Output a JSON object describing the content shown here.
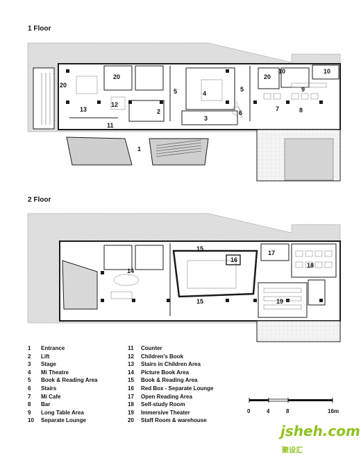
{
  "floors": [
    {
      "title": "1 Floor",
      "labels": [
        {
          "id": "1",
          "text": "1"
        },
        {
          "id": "2",
          "text": "2"
        },
        {
          "id": "3",
          "text": "3"
        },
        {
          "id": "4",
          "text": "4"
        },
        {
          "id": "5a",
          "text": "5"
        },
        {
          "id": "5b",
          "text": "5"
        },
        {
          "id": "6",
          "text": "6"
        },
        {
          "id": "7",
          "text": "7"
        },
        {
          "id": "8",
          "text": "8"
        },
        {
          "id": "9",
          "text": "9"
        },
        {
          "id": "10a",
          "text": "10"
        },
        {
          "id": "10b",
          "text": "10"
        },
        {
          "id": "11",
          "text": "11"
        },
        {
          "id": "12",
          "text": "12"
        },
        {
          "id": "13",
          "text": "13"
        },
        {
          "id": "20a",
          "text": "20"
        },
        {
          "id": "20b",
          "text": "20"
        },
        {
          "id": "20c",
          "text": "20"
        }
      ]
    },
    {
      "title": "2 Floor",
      "labels": [
        {
          "id": "14",
          "text": "14"
        },
        {
          "id": "15a",
          "text": "15"
        },
        {
          "id": "15b",
          "text": "15"
        },
        {
          "id": "16",
          "text": "16"
        },
        {
          "id": "17",
          "text": "17"
        },
        {
          "id": "18",
          "text": "18"
        },
        {
          "id": "19",
          "text": "19"
        }
      ]
    }
  ],
  "legend": [
    {
      "num": "1",
      "text": "Entrance"
    },
    {
      "num": "2",
      "text": "Lift"
    },
    {
      "num": "3",
      "text": "Stage"
    },
    {
      "num": "4",
      "text": "Mi Theatre"
    },
    {
      "num": "5",
      "text": "Book & Reading Area"
    },
    {
      "num": "6",
      "text": "Stairs"
    },
    {
      "num": "7",
      "text": "Mi Cafe"
    },
    {
      "num": "8",
      "text": "Bar"
    },
    {
      "num": "9",
      "text": "Long Table Area"
    },
    {
      "num": "10",
      "text": "Separate Lounge"
    },
    {
      "num": "11",
      "text": "Counter"
    },
    {
      "num": "12",
      "text": "Children's Book"
    },
    {
      "num": "13",
      "text": "Stairs in Children Area"
    },
    {
      "num": "14",
      "text": "Picture Book Area"
    },
    {
      "num": "15",
      "text": "Book & Reading Area"
    },
    {
      "num": "16",
      "text": "Red Box - Separate Lounge"
    },
    {
      "num": "17",
      "text": "Open Reading Area"
    },
    {
      "num": "18",
      "text": "Self-study Room"
    },
    {
      "num": "19",
      "text": "Immersive Theater"
    },
    {
      "num": "20",
      "text": "Staff Room & warehouse"
    }
  ],
  "scale": {
    "ticks": [
      "0",
      "4",
      "8",
      "16m"
    ]
  },
  "watermark": {
    "main": "jsheh.com",
    "cn": "聚设汇"
  },
  "colors": {
    "wall": "#1a1a1a",
    "hatch": "#bdbdbd",
    "shade": "#d9d9d9",
    "line": "#555555"
  }
}
